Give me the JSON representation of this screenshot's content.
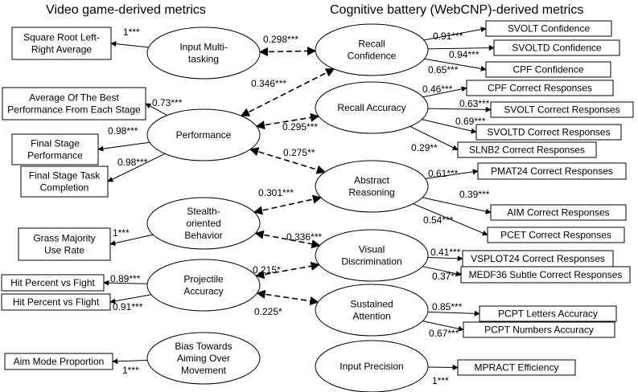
{
  "headers": {
    "left": "Video game-derived metrics",
    "right": "Cognitive battery (WebCNP)-derived metrics"
  },
  "game_constructs": [
    {
      "id": "input_multitasking",
      "label": [
        "Input Multi-",
        "tasking"
      ]
    },
    {
      "id": "performance",
      "label": [
        "Performance"
      ]
    },
    {
      "id": "stealth_behavior",
      "label": [
        "Stealth-",
        "oriented",
        "Behavior"
      ]
    },
    {
      "id": "projectile_accuracy",
      "label": [
        "Projectile",
        "Accuracy"
      ]
    },
    {
      "id": "bias_aiming",
      "label": [
        "Bias Towards",
        "Aiming Over",
        "Movement"
      ]
    }
  ],
  "cognitive_constructs": [
    {
      "id": "recall_confidence",
      "label": [
        "Recall",
        "Confidence"
      ]
    },
    {
      "id": "recall_accuracy",
      "label": [
        "Recall Accuracy"
      ]
    },
    {
      "id": "abstract_reasoning",
      "label": [
        "Abstract",
        "Reasoning"
      ]
    },
    {
      "id": "visual_discrimination",
      "label": [
        "Visual",
        "Discrimination"
      ]
    },
    {
      "id": "sustained_attention",
      "label": [
        "Sustained",
        "Attention"
      ]
    },
    {
      "id": "input_precision",
      "label": [
        "Input Precision"
      ]
    }
  ],
  "game_indicators": [
    {
      "id": "sqrt_lr_avg",
      "label": [
        "Square Root Left-",
        "Right Average"
      ],
      "construct": "input_multitasking",
      "loading": "1***"
    },
    {
      "id": "avg_best_perf",
      "label": [
        "Average Of The Best",
        "Performance From Each Stage"
      ],
      "construct": "performance",
      "loading": "0.73***"
    },
    {
      "id": "final_stage_perf",
      "label": [
        "Final Stage",
        "Performance"
      ],
      "construct": "performance",
      "loading": "0.98***"
    },
    {
      "id": "final_stage_task",
      "label": [
        "Final Stage Task",
        "Completion"
      ],
      "construct": "performance",
      "loading": "0.98***"
    },
    {
      "id": "grass_majority",
      "label": [
        "Grass Majority",
        "Use Rate"
      ],
      "construct": "stealth_behavior",
      "loading": "1***"
    },
    {
      "id": "hit_fight",
      "label": [
        "Hit Percent vs Fight"
      ],
      "construct": "projectile_accuracy",
      "loading": "0.89***"
    },
    {
      "id": "hit_flight",
      "label": [
        "Hit Percent vs Flight"
      ],
      "construct": "projectile_accuracy",
      "loading": "0.91***"
    },
    {
      "id": "aim_mode",
      "label": [
        "Aim Mode Proportion"
      ],
      "construct": "bias_aiming",
      "loading": "1***"
    }
  ],
  "cognitive_indicators": [
    {
      "id": "svolt_conf",
      "label": [
        "SVOLT Confidence"
      ],
      "construct": "recall_confidence",
      "loading": "0.91***"
    },
    {
      "id": "svoltd_conf",
      "label": [
        "SVOLTD Confidence"
      ],
      "construct": "recall_confidence",
      "loading": "0.94***"
    },
    {
      "id": "cpf_conf",
      "label": [
        "CPF Confidence"
      ],
      "construct": "recall_confidence",
      "loading": "0.65***"
    },
    {
      "id": "cpf_correct",
      "label": [
        "CPF Correct Responses"
      ],
      "construct": "recall_accuracy",
      "loading": "0.46***"
    },
    {
      "id": "svolt_correct",
      "label": [
        "SVOLT Correct Responses"
      ],
      "construct": "recall_accuracy",
      "loading": "0.63***"
    },
    {
      "id": "svoltd_correct",
      "label": [
        "SVOLTD Correct Responses"
      ],
      "construct": "recall_accuracy",
      "loading": "0.69***"
    },
    {
      "id": "slnb2_correct",
      "label": [
        "SLNB2 Correct Responses"
      ],
      "construct": "recall_accuracy",
      "loading": "0.29**"
    },
    {
      "id": "pmat24_correct",
      "label": [
        "PMAT24 Correct Responses"
      ],
      "construct": "abstract_reasoning",
      "loading": "0.61***"
    },
    {
      "id": "aim_correct",
      "label": [
        "AIM Correct Responses"
      ],
      "construct": "abstract_reasoning",
      "loading": "0.39***"
    },
    {
      "id": "pcet_correct",
      "label": [
        "PCET Correct Responses"
      ],
      "construct": "abstract_reasoning",
      "loading": "0.54***"
    },
    {
      "id": "vsplot24_correct",
      "label": [
        "VSPLOT24 Correct Responses"
      ],
      "construct": "visual_discrimination",
      "loading": "0.41***"
    },
    {
      "id": "medf36_correct",
      "label": [
        "MEDF36 Subtle Correct Responses"
      ],
      "construct": "visual_discrimination",
      "loading": "0.37***"
    },
    {
      "id": "pcpt_letters",
      "label": [
        "PCPT Letters Accuracy"
      ],
      "construct": "sustained_attention",
      "loading": "0.85***"
    },
    {
      "id": "pcpt_numbers",
      "label": [
        "PCPT Numbers Accuracy"
      ],
      "construct": "sustained_attention",
      "loading": "0.67***"
    },
    {
      "id": "mpract_eff",
      "label": [
        "MPRACT Efficiency"
      ],
      "construct": "input_precision",
      "loading": "1***"
    }
  ],
  "correlations": [
    {
      "from": "input_multitasking",
      "to": "recall_confidence",
      "value": "0.298***"
    },
    {
      "from": "performance",
      "to": "recall_confidence",
      "value": "0.346***"
    },
    {
      "from": "performance",
      "to": "recall_accuracy",
      "value": "0.295***"
    },
    {
      "from": "performance",
      "to": "abstract_reasoning",
      "value": "0.275**"
    },
    {
      "from": "stealth_behavior",
      "to": "abstract_reasoning",
      "value": "0.301***"
    },
    {
      "from": "stealth_behavior",
      "to": "visual_discrimination",
      "value": "0.336***"
    },
    {
      "from": "projectile_accuracy",
      "to": "visual_discrimination",
      "value": "0.215*"
    },
    {
      "from": "projectile_accuracy",
      "to": "sustained_attention",
      "value": "0.225*"
    }
  ]
}
